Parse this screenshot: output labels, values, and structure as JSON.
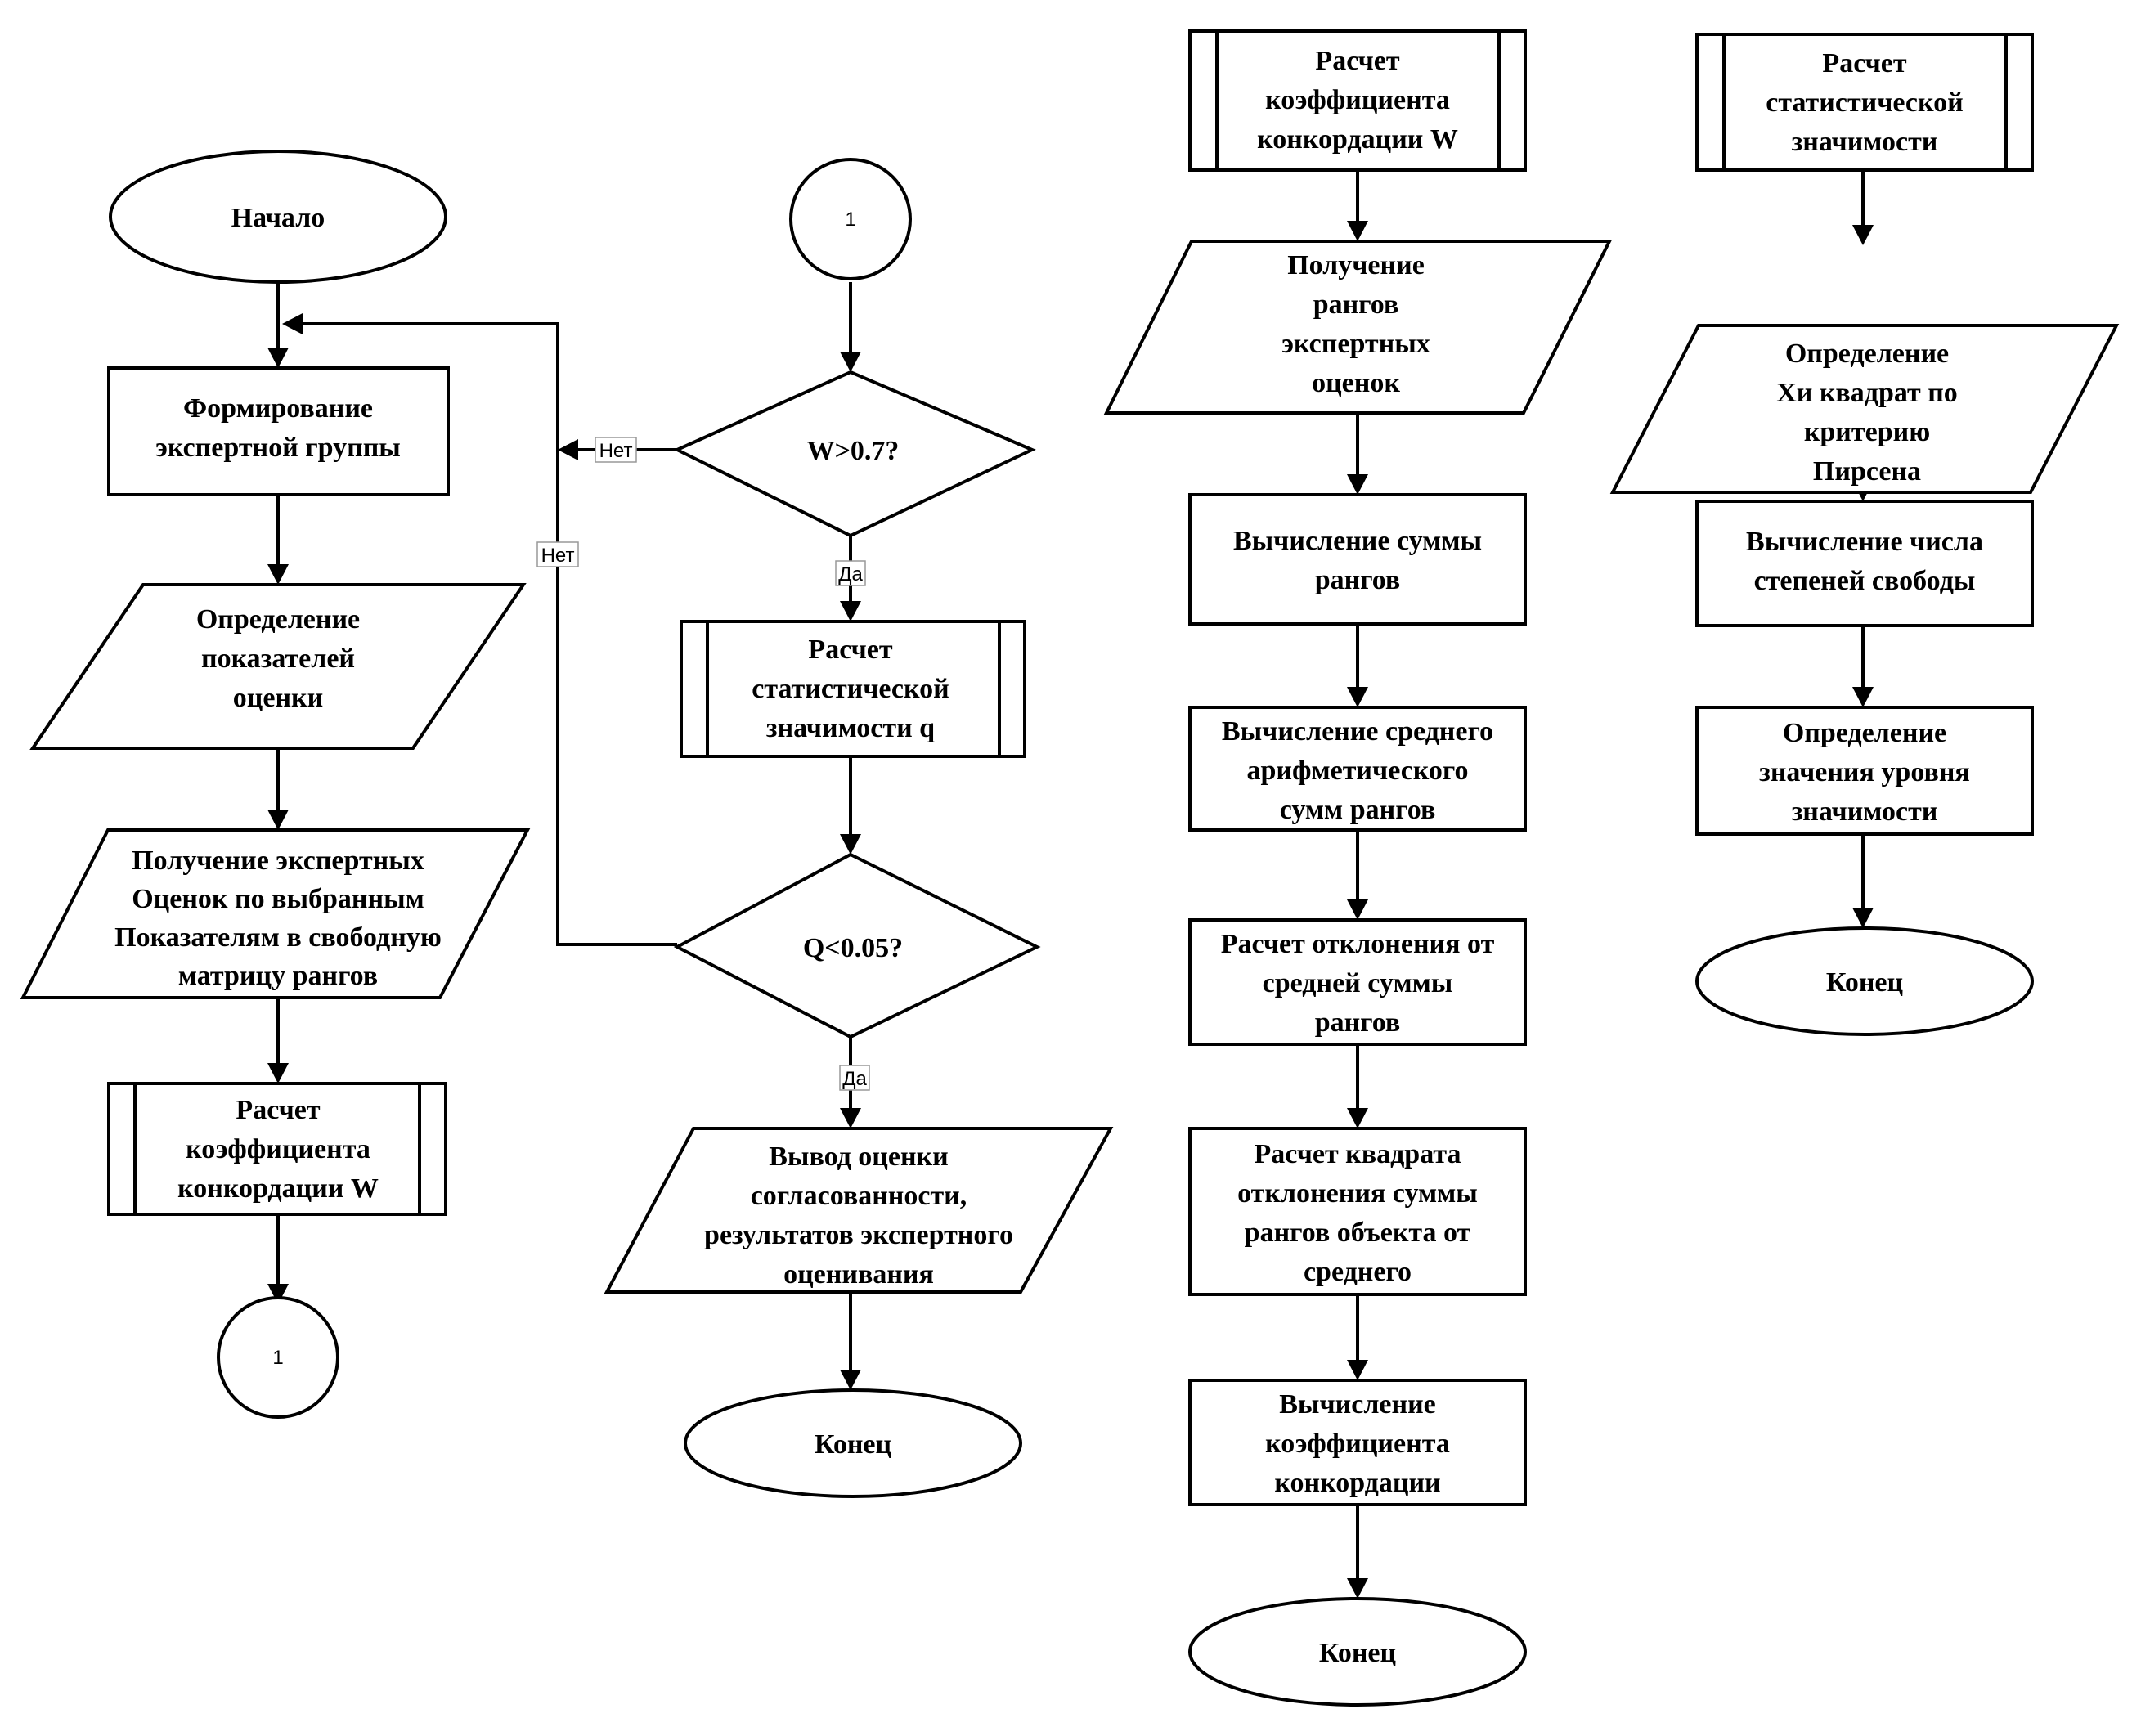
{
  "nodes": {
    "start": {
      "label": "Начало"
    },
    "form_group": {
      "label": "Формирование экспертной группы"
    },
    "define_indicators": {
      "label": "Определение показателей оценки"
    },
    "get_estimates": {
      "label": "Получение экспертных Оценок по выбранным Показателям в свободную матрицу рангов"
    },
    "calc_w_sub": {
      "label": "Расчет коэффициента конкордации W"
    },
    "conn_out": {
      "label": "1"
    },
    "conn_in": {
      "label": "1"
    },
    "dec_w": {
      "label": "W>0.7?"
    },
    "calc_q_sub": {
      "label": "Расчет статистической значимости q"
    },
    "dec_q": {
      "label": "Q<0.05?"
    },
    "output": {
      "label": "Вывод оценки согласованности, результатов экспертного оценивания"
    },
    "end1": {
      "label": "Конец"
    },
    "w_header": {
      "label": "Расчет коэффициента конкордации W"
    },
    "w_ranks": {
      "label": "Получение рангов экспертных оценок"
    },
    "w_sum": {
      "label": "Вычисление суммы рангов"
    },
    "w_mean": {
      "label": "Вычисление среднего арифметического сумм рангов"
    },
    "w_dev": {
      "label": "Расчет отклонения от средней суммы рангов"
    },
    "w_sq": {
      "label": "Расчет квадрата отклонения суммы рангов объекта от среднего"
    },
    "w_coef": {
      "label": "Вычисление коэффициента конкордации"
    },
    "w_end": {
      "label": "Конец"
    },
    "s_header": {
      "label": "Расчет статистической значимости"
    },
    "s_chi": {
      "label": "Определение Хи квадрат по критерию Пирсена"
    },
    "s_df": {
      "label": "Вычисление числа степеней свободы"
    },
    "s_level": {
      "label": "Определение значения уровня значимости"
    },
    "s_end": {
      "label": "Конец"
    }
  },
  "edge_labels": {
    "w_no": "Нет",
    "q_no": "Нет",
    "w_yes": "Да",
    "q_yes": "Да"
  }
}
